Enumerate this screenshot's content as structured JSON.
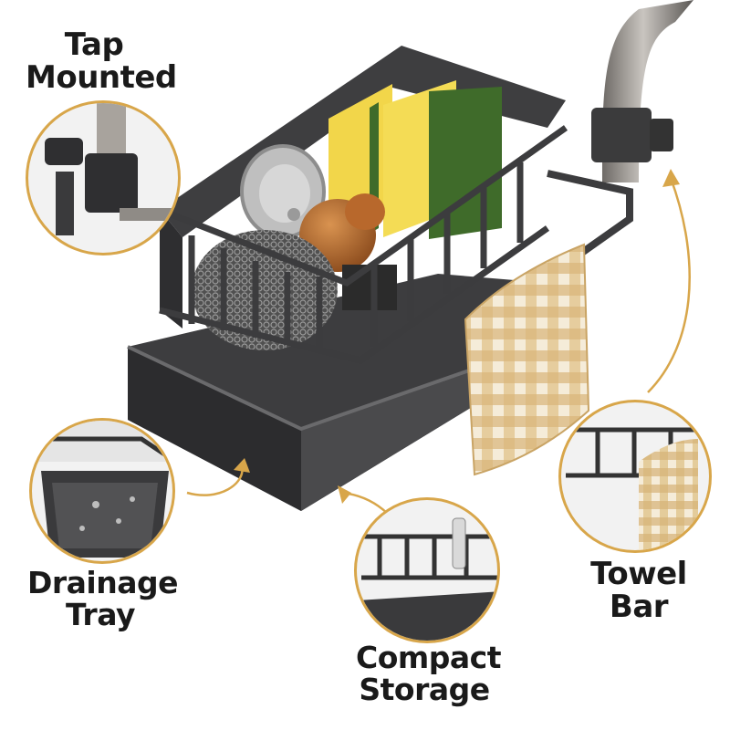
{
  "features": {
    "tap": {
      "line1": "Tap",
      "line2": "Mounted"
    },
    "drain": {
      "line1": "Drainage",
      "line2": "Tray"
    },
    "compact": {
      "line1": "Compact",
      "line2": "Storage"
    },
    "towel": {
      "line1": "Towel",
      "line2": "Bar"
    }
  },
  "colors": {
    "accent": "#d8a64a",
    "metal": "#3a3a3c",
    "sponge_yellow": "#f2d64a",
    "sponge_green": "#3f6b2a",
    "towel_check": "#d6b57c",
    "label_text": "#1a1a1a"
  }
}
